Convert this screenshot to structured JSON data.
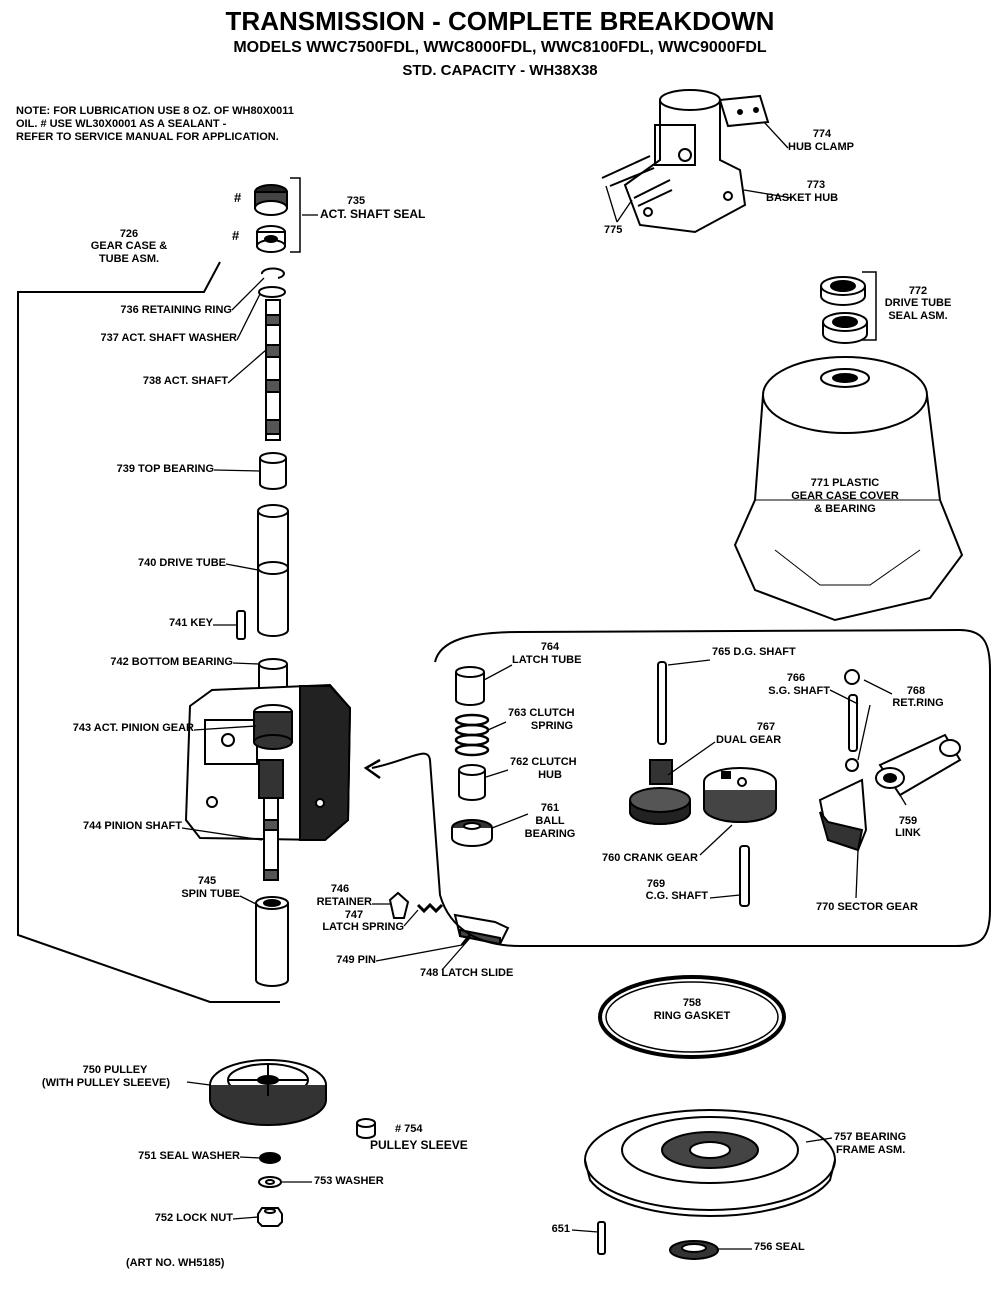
{
  "header": {
    "title": "TRANSMISSION - COMPLETE BREAKDOWN",
    "models": "MODELS WWC7500FDL, WWC8000FDL, WWC8100FDL, WWC9000FDL",
    "capacity": "STD. CAPACITY - WH38X38"
  },
  "note": {
    "line1": "NOTE: FOR LUBRICATION USE 8 OZ. OF WH80X0011",
    "line2": "OIL. # USE WL30X0001 AS A SEALANT -",
    "line3": "REFER TO SERVICE MANUAL FOR APPLICATION."
  },
  "labels": {
    "p735_num": "735",
    "p735_name": "ACT. SHAFT SEAL",
    "hash1": "#",
    "hash2": "#",
    "p726_num": "726",
    "p726_l1": "GEAR CASE &",
    "p726_l2": "TUBE ASM.",
    "p736": "736 RETAINING RING",
    "p737": "737  ACT. SHAFT WASHER",
    "p738": "738 ACT. SHAFT",
    "p739": "739 TOP BEARING",
    "p740": "740 DRIVE TUBE",
    "p741": "741 KEY",
    "p742": "742 BOTTOM BEARING",
    "p743": "743 ACT. PINION GEAR",
    "p744": "744 PINION SHAFT",
    "p745_num": "745",
    "p745_name": "SPIN TUBE",
    "p746_num": "746",
    "p746_name": "RETAINER",
    "p747_num": "747",
    "p747_name": "LATCH SPRING",
    "p749": "749 PIN",
    "p748": "748 LATCH SLIDE",
    "p774_num": "774",
    "p774_name": "HUB CLAMP",
    "p773_num": "773",
    "p773_name": "BASKET HUB",
    "p775": "775",
    "p772_num": "772",
    "p772_l1": "DRIVE TUBE",
    "p772_l2": "SEAL ASM.",
    "p771_l1": "771 PLASTIC",
    "p771_l2": "GEAR CASE COVER",
    "p771_l3": "& BEARING",
    "p764_num": "764",
    "p764_name": "LATCH TUBE",
    "p763_l1": "763 CLUTCH",
    "p763_l2": "SPRING",
    "p762_l1": "762 CLUTCH",
    "p762_l2": "HUB",
    "p761_num": "761",
    "p761_l1": "BALL",
    "p761_l2": "BEARING",
    "p765": "765 D.G. SHAFT",
    "p766_num": "766",
    "p766_name": "S.G. SHAFT",
    "p767_num": "767",
    "p767_name": "DUAL GEAR",
    "p768_num": "768",
    "p768_name": "RET.RING",
    "p760": "760 CRANK GEAR",
    "p769_num": "769",
    "p769_name": "C.G. SHAFT",
    "p759_num": "759",
    "p759_name": "LINK",
    "p770": "770 SECTOR GEAR",
    "p758_num": "758",
    "p758_name": "RING GASKET",
    "p750_num": "750 PULLEY",
    "p750_name": "(WITH PULLEY SLEEVE)",
    "p754_num": "# 754",
    "p754_name": "PULLEY SLEEVE",
    "p751": "751 SEAL WASHER",
    "p753": "753 WASHER",
    "p752": "752 LOCK NUT",
    "p757_num": "757 BEARING",
    "p757_name": "FRAME ASM.",
    "p651": "651",
    "p756": "756 SEAL",
    "art_no": "(ART NO. WH5185)"
  }
}
